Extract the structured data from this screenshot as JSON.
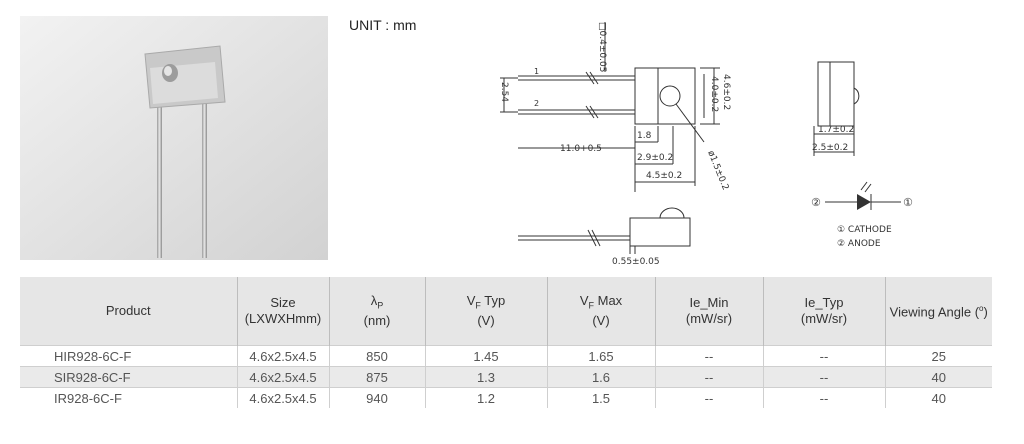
{
  "unit_label": "UNIT : mm",
  "drawing": {
    "dims": {
      "lead_square": "□0.4±0.05",
      "height": "4.6±0.2",
      "width": "4.0±0.2",
      "pitch": "2.54",
      "lead_length": "11.0+0.5",
      "d18": "1.8",
      "d29": "2.9±0.2",
      "d45": "4.5±0.2",
      "lens_dia": "ø1.5±0.2",
      "bottom": "0.55±0.05",
      "side_17": "1.7±0.2",
      "side_25": "2.5±0.2",
      "mark_1": "1",
      "mark_2": "2"
    }
  },
  "symbol": {
    "pin2_marker": "②",
    "pin1_marker": "①",
    "legend1": "① CATHODE",
    "legend2": "② ANODE"
  },
  "table": {
    "headers": {
      "product": "Product",
      "size_1": "Size",
      "size_2": "(LXWXHmm)",
      "lambda": "λ",
      "lambda_sub": "P",
      "lambda_unit": "(nm)",
      "vf_typ_v": "V",
      "vf_typ_sub": "F",
      "vf_typ_label": " Typ",
      "vf_typ_unit": "(V)",
      "vf_max_v": "V",
      "vf_max_sub": "F",
      "vf_max_label": " Max",
      "vf_max_unit": "(V)",
      "ie_min_1": "Ie_Min",
      "ie_min_2": "(mW/sr)",
      "ie_typ_1": "Ie_Typ",
      "ie_typ_2": "(mW/sr)",
      "angle": "Viewing Angle (",
      "angle_sup": "o",
      "angle_end": ")"
    },
    "rows": [
      [
        "HIR928-6C-F",
        "4.6x2.5x4.5",
        "850",
        "1.45",
        "1.65",
        "--",
        "--",
        "25"
      ],
      [
        "SIR928-6C-F",
        "4.6x2.5x4.5",
        "875",
        "1.3",
        "1.6",
        "--",
        "--",
        "40"
      ],
      [
        "IR928-6C-F",
        "4.6x2.5x4.5",
        "940",
        "1.2",
        "1.5",
        "--",
        "--",
        "40"
      ]
    ]
  }
}
